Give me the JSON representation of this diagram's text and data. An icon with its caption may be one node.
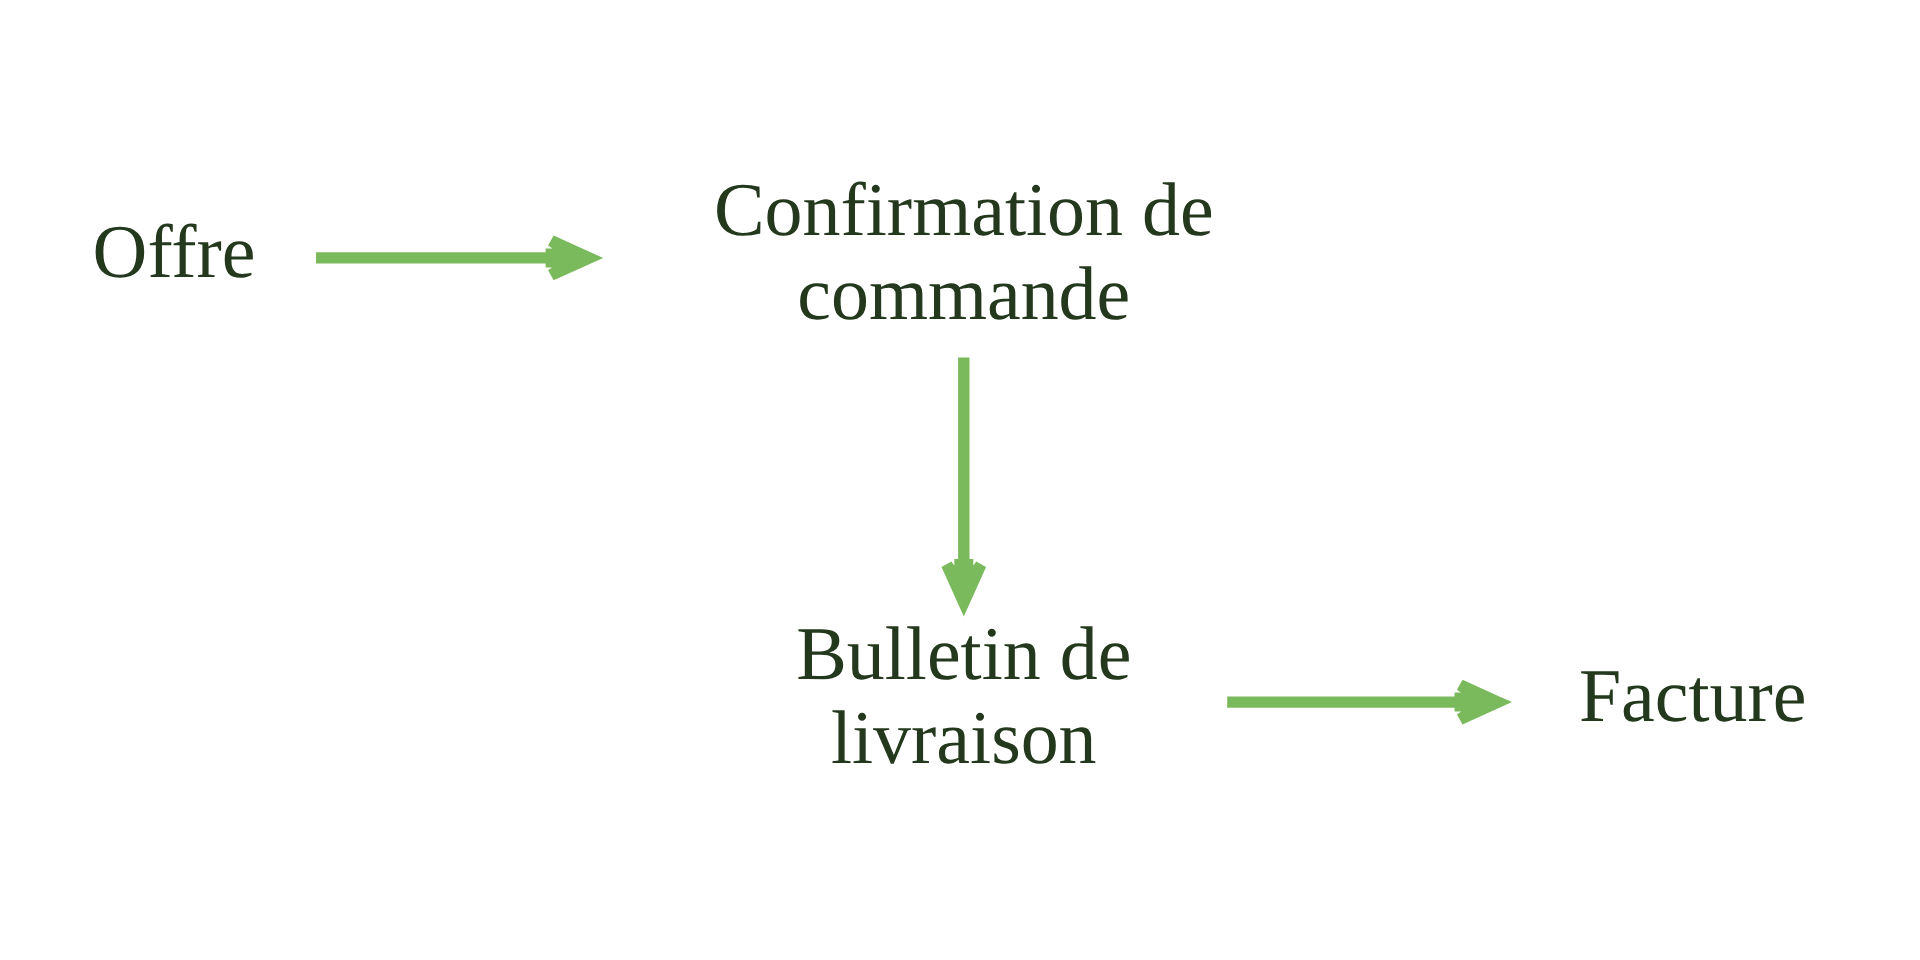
{
  "diagram": {
    "nodes": [
      {
        "text": [
          "Offre"
        ]
      },
      {
        "text": [
          "Confirmation de commande"
        ]
      },
      {
        "text": [
          "Bulletin de livraison"
        ]
      },
      {
        "text": [
          "Facture"
        ]
      }
    ],
    "edges": [
      {
        "from": 0,
        "to": 1,
        "arrow": "to"
      },
      {
        "from": 1,
        "to": 2,
        "arrow": "to"
      },
      {
        "from": 2,
        "to": 3,
        "arrow": "to"
      }
    ]
  }
}
